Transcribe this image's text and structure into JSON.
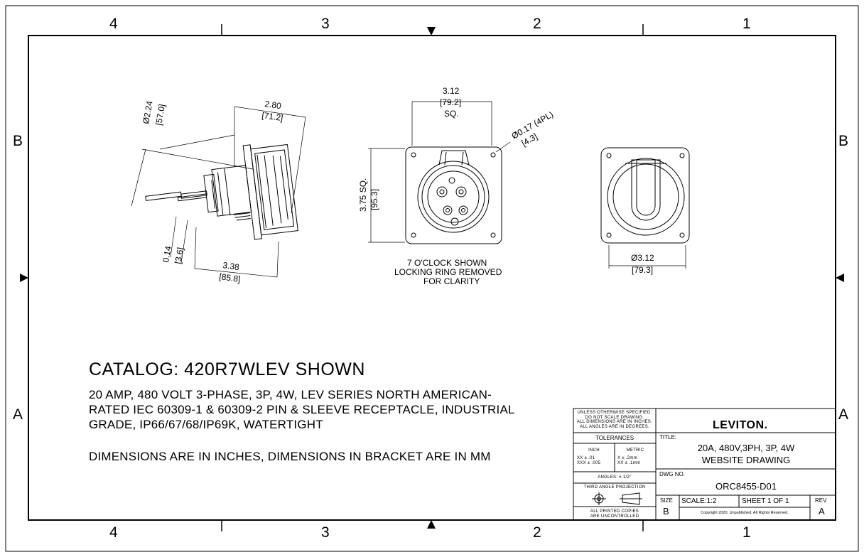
{
  "zones": {
    "top": [
      "4",
      "3",
      "2",
      "1"
    ],
    "bottom": [
      "4",
      "3",
      "2",
      "1"
    ],
    "left": [
      "B",
      "A"
    ],
    "right": [
      "B",
      "A"
    ]
  },
  "side_view": {
    "dia_in": "Ø2.24",
    "dia_mm": "[57.0]",
    "depth_in": "2.80",
    "depth_mm": "[71.2]",
    "offset_in": "0.14",
    "offset_mm": "[3.6]",
    "length_in": "3.38",
    "length_mm": "[85.8]"
  },
  "front_view": {
    "width_in": "3.12",
    "width_mm": "[79.2]",
    "width_sq": "SQ.",
    "height_label": "3.75 SQ.",
    "height_mm": "[95.3]",
    "hole_in": "Ø0.17 (4PL)",
    "hole_mm": "[4.3]",
    "note": [
      "7 O'CLOCK SHOWN",
      "LOCKING RING REMOVED",
      "FOR CLARITY"
    ]
  },
  "rear_view": {
    "dia_in": "Ø3.12",
    "dia_mm": "[79.3]"
  },
  "catalog_title": "CATALOG: 420R7WLEV SHOWN",
  "description": [
    "20 AMP, 480 VOLT 3-PHASE, 3P, 4W, LEV SERIES NORTH AMERICAN-",
    "RATED IEC 60309-1 & 60309-2 PIN & SLEEVE RECEPTACLE, INDUSTRIAL",
    "GRADE, IP66/67/68/IP69K, WATERTIGHT"
  ],
  "dimension_note": "DIMENSIONS ARE IN INCHES, DIMENSIONS IN BRACKET ARE IN MM",
  "title_block": {
    "unless_note": [
      "UNLESS OTHERWISE SPECIFIED:",
      "DO NOT SCALE DRAWING.",
      "ALL DIMENSIONS ARE IN INCHES.",
      "ALL ANGLES ARE IN DEGREES."
    ],
    "tolerances": "TOLERANCES",
    "inch": "INCH",
    "metric": "METRIC",
    "inch_tol": [
      "XX  ± .01",
      "XXX  ± .005"
    ],
    "metric_tol": [
      "X  ± .2mm",
      "XX  ± .1mm"
    ],
    "angles": "ANGLES: ± 1/2°",
    "projection": "THIRD ANGLE PROJECTION",
    "uncontrolled": [
      "ALL PRINTED COPIES",
      "ARE UNCONTROLLED"
    ],
    "logo": "LEVITON.",
    "title_label": "TITLE:",
    "title_lines": [
      "20A, 480V,3PH, 3P, 4W",
      "WEBSITE DRAWING"
    ],
    "dwg_label": "DWG NO.",
    "dwg_no": "ORC8455-D01",
    "size_label": "SIZE",
    "size": "B",
    "scale": "SCALE:1:2",
    "sheet": "SHEET 1 OF 1",
    "rev_label": "REV",
    "rev": "A",
    "copyright": "Copyright 2020, Unpublished. All Rights Reserved."
  }
}
